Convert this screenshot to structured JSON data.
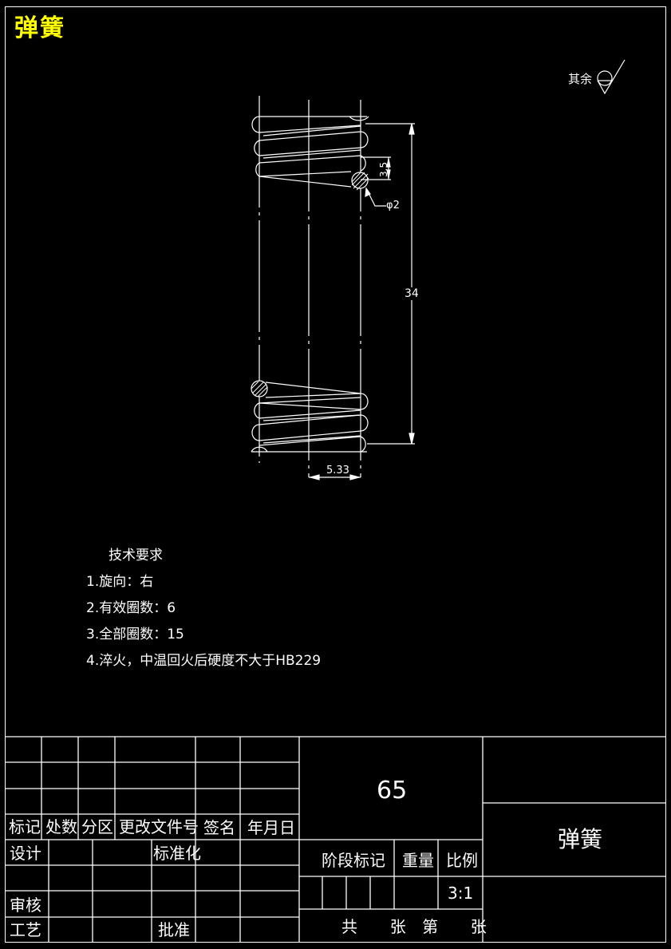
{
  "drawing": {
    "title": "弹簧",
    "roughness": {
      "label": "其余",
      "symbol": "circle-check-roughness"
    },
    "dimensions": {
      "pitch": "3.5",
      "wire_diameter": "φ2",
      "free_length": "34",
      "mean_diameter": "5.33"
    },
    "colors": {
      "background": "#000000",
      "lines": "#ffffff",
      "title": "#ffff00"
    }
  },
  "requirements": {
    "heading": "技术要求",
    "items": [
      "1.旋向：右",
      "2.有效圈数：6",
      "3.全部圈数：15",
      "4.淬火，中温回火后硬度不大于HB229"
    ]
  },
  "title_block": {
    "revision_headers": [
      "标记",
      "处数",
      "分区",
      "更改文件号",
      "签名",
      "年月日"
    ],
    "design_label": "设计",
    "standardization_label": "标准化",
    "review_label": "审核",
    "process_label": "工艺",
    "approve_label": "批准",
    "material": "65",
    "stage_mark_label": "阶段标记",
    "weight_label": "重量",
    "scale_label": "比例",
    "scale_value": "3:1",
    "sheets_text": "共  张 第  张",
    "part_name": "弹簧"
  }
}
